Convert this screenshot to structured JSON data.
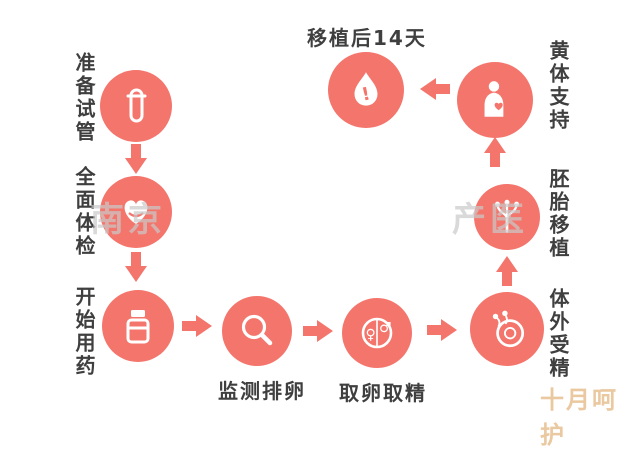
{
  "colors": {
    "accent": "#f4756c",
    "label_text": "#3f3f3f",
    "watermark_gray": "#c9c9c9",
    "brand_orange": "#eac8a0",
    "background": "#ffffff"
  },
  "steps": [
    {
      "label": "准备试管",
      "icon": "test-tube-icon"
    },
    {
      "label": "全面体检",
      "icon": "heart-checkup-icon"
    },
    {
      "label": "开始用药",
      "icon": "medicine-bottle-icon"
    },
    {
      "label": "监测排卵",
      "icon": "magnifier-icon"
    },
    {
      "label": "取卵取精",
      "icon": "female-male-symbols-icon"
    },
    {
      "label": "体外受精",
      "icon": "fertilization-dish-icon"
    },
    {
      "label": "胚胎移植",
      "icon": "embryo-branch-icon"
    },
    {
      "label": "黄体支持",
      "icon": "pregnant-woman-icon"
    },
    {
      "label": "移植后14天",
      "icon": "blood-drop-icon"
    }
  ],
  "watermarks": {
    "center_left": "南京",
    "center_right": "产医",
    "bottom_right": "十月呵护"
  }
}
